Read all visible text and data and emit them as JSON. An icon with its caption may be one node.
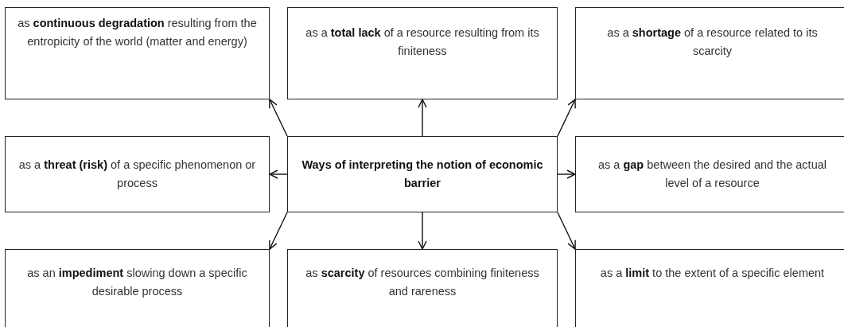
{
  "diagram": {
    "nodes": [
      {
        "text": [
          "as **continuous degradation** resulting from the entropicity of the world (matter and energy)"
        ]
      },
      {
        "text": [
          "as a **total lack** of a resource resulting from its finiteness"
        ]
      },
      {
        "text": [
          "as a **shortage** of a resource related to its scarcity"
        ]
      },
      {
        "text": [
          "as a **threat (risk)** of a specific phenomenon or process"
        ]
      },
      {
        "text": [
          "Ways of interpreting the notion of economic barrier"
        ]
      },
      {
        "text": [
          "as a **gap** between the desired and the actual level of a resource"
        ]
      },
      {
        "text": [
          "as an **impediment** slowing down a specific desirable process"
        ]
      },
      {
        "text": [
          "as **scarcity** of resources combining finiteness and rareness"
        ]
      },
      {
        "text": [
          "as a **limit** to the extent of a specific element"
        ]
      }
    ],
    "edges": [
      {
        "from": 4,
        "to": 0,
        "arrow": "to"
      },
      {
        "from": 4,
        "to": 1,
        "arrow": "to"
      },
      {
        "from": 4,
        "to": 2,
        "arrow": "to"
      },
      {
        "from": 4,
        "to": 3,
        "arrow": "to"
      },
      {
        "from": 4,
        "to": 5,
        "arrow": "to"
      },
      {
        "from": 4,
        "to": 6,
        "arrow": "to"
      },
      {
        "from": 4,
        "to": 7,
        "arrow": "to"
      },
      {
        "from": 4,
        "to": 8,
        "arrow": "to"
      }
    ]
  }
}
